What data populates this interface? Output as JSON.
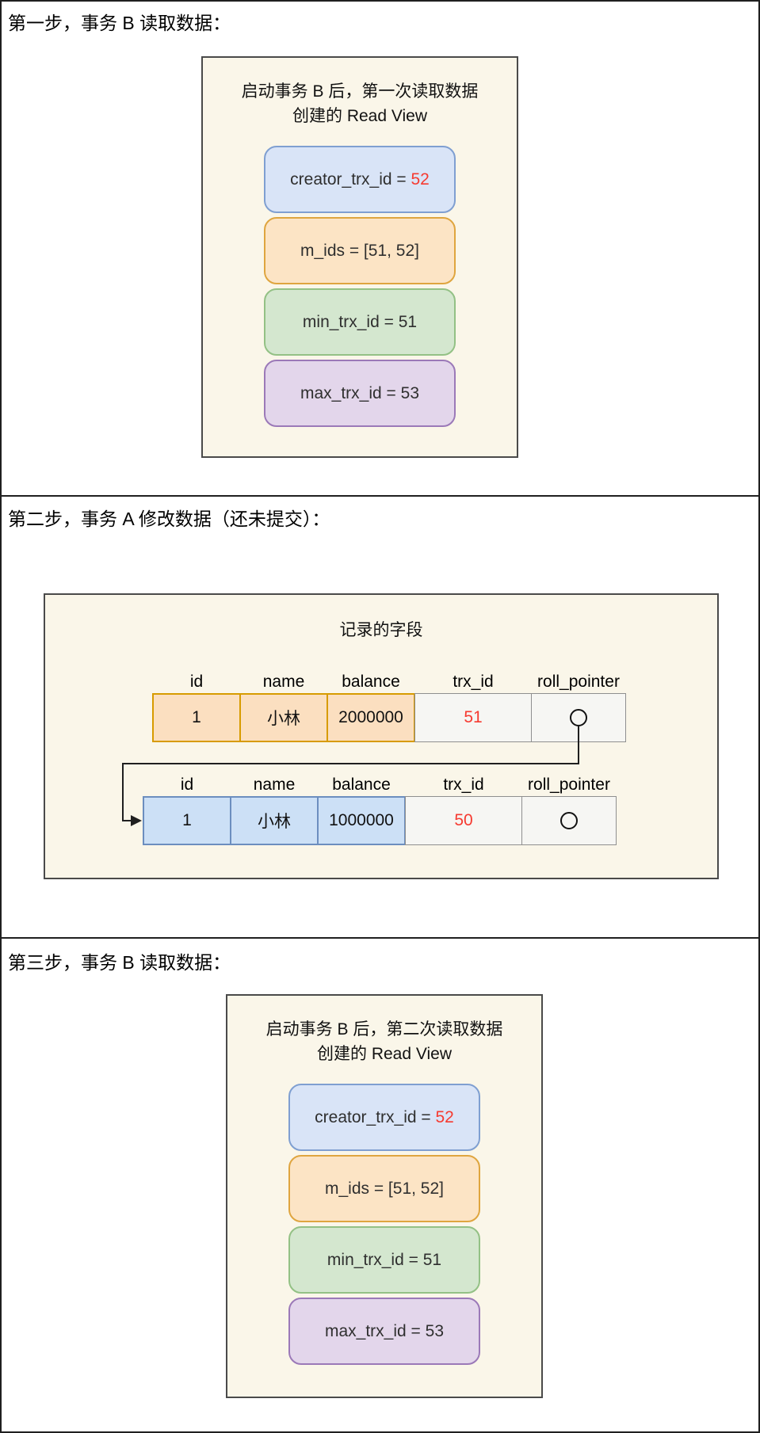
{
  "colors": {
    "highlight_red": "#f63a30",
    "panel_bg": "#faf6e9",
    "blue_bg": "#d9e4f7",
    "blue_border": "#7f9fd1",
    "orange_bg": "#fce4c5",
    "orange_border": "#dfa53f",
    "green_bg": "#d4e7cf",
    "green_border": "#93c185",
    "purple_bg": "#e3d6eb",
    "purple_border": "#9b79b8",
    "row1_cell_bg": "#fbdfc0",
    "row1_cell_border": "#d79b00",
    "row2_cell_bg": "#cce0f6",
    "row2_cell_border": "#6c8ebf",
    "gray_cell_bg": "#f6f6f3",
    "gray_cell_border": "#8f8f8f"
  },
  "icons": {
    "roll_pointer": "roll-pointer-circle-icon",
    "version_chain": "roll-pointer-arrow"
  },
  "step1": {
    "title": "第一步，事务 B 读取数据：",
    "readview": {
      "heading_line1": "启动事务 B 后，第一次读取数据",
      "heading_line2": "创建的 Read View",
      "fields": [
        {
          "text": "creator_trx_id = ",
          "highlight": "52"
        },
        {
          "text": "m_ids = [51, 52]",
          "highlight": ""
        },
        {
          "text": "min_trx_id = 51",
          "highlight": ""
        },
        {
          "text": "max_trx_id = 53",
          "highlight": ""
        }
      ]
    }
  },
  "step2": {
    "title": "第二步，事务 A 修改数据（还未提交）：",
    "record_panel": {
      "heading": "记录的字段",
      "columns": [
        "id",
        "name",
        "balance",
        "trx_id",
        "roll_pointer"
      ],
      "rows": [
        {
          "id": "1",
          "name": "小林",
          "balance": "2000000",
          "trx_id": "51"
        },
        {
          "id": "1",
          "name": "小林",
          "balance": "1000000",
          "trx_id": "50"
        }
      ]
    }
  },
  "step3": {
    "title": "第三步，事务 B 读取数据：",
    "readview": {
      "heading_line1": "启动事务 B 后，第二次读取数据",
      "heading_line2": "创建的 Read View",
      "fields": [
        {
          "text": "creator_trx_id = ",
          "highlight": "52"
        },
        {
          "text": "m_ids = [51, 52]",
          "highlight": ""
        },
        {
          "text": "min_trx_id = 51",
          "highlight": ""
        },
        {
          "text": "max_trx_id = 53",
          "highlight": ""
        }
      ]
    }
  }
}
